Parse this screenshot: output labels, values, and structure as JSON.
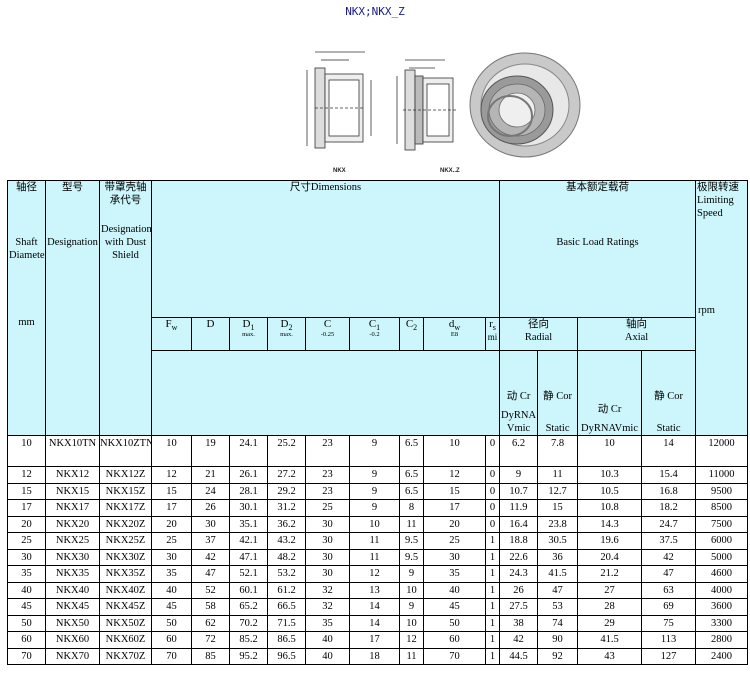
{
  "title": "NKX;NKX_Z",
  "figure": {
    "caption_left": "NKX",
    "caption_right": "NKX..Z"
  },
  "header": {
    "shaft": {
      "cn": "轴径",
      "en": "Shaft Diameter",
      "unit": "mm"
    },
    "model": {
      "cn": "型号",
      "en": "Designation"
    },
    "dust": {
      "cn": "带罩壳轴承代号",
      "en": "Designation with Dust Shield"
    },
    "dims": "尺寸Dimensions",
    "load": {
      "cn": "基本额定载荷",
      "en": "Basic Load Ratings"
    },
    "speed": {
      "cn": "极限转速",
      "en": "Limiting Speed",
      "unit": "rpm"
    },
    "cols": {
      "fw": {
        "sym": "F",
        "sub": "w",
        "note": ""
      },
      "D": {
        "sym": "D",
        "sub": "",
        "note": ""
      },
      "d1": {
        "sym": "D",
        "sub": "1",
        "note": "max."
      },
      "d2": {
        "sym": "D",
        "sub": "2",
        "note": "max."
      },
      "c": {
        "sym": "C",
        "sub": "",
        "note": "-0.25"
      },
      "c1": {
        "sym": "C",
        "sub": "1",
        "note": "-0.2"
      },
      "c2": {
        "sym": "C",
        "sub": "2",
        "note": ""
      },
      "dw": {
        "sym": "d",
        "sub": "w",
        "note": "E8"
      },
      "rs": {
        "sym": "r",
        "sub": "s",
        "note": "mi"
      }
    },
    "radial": {
      "cn": "径向",
      "en": "Radial"
    },
    "axial": {
      "cn": "轴向",
      "en": "Axial"
    },
    "radial_cr": {
      "cn": "动 Cr",
      "en": "DyRNAVmic"
    },
    "radial_cor": {
      "cn": "静 Cor",
      "en": "Static"
    },
    "axial_cr": {
      "cn": "动 Cr",
      "en": "DyRNAVmic"
    },
    "axial_cor": {
      "cn": "静 Cor",
      "en": "Static"
    }
  },
  "rows": [
    [
      "10",
      "NKX10TN",
      "NKX10ZTN",
      "10",
      "19",
      "24.1",
      "25.2",
      "23",
      "9",
      "6.5",
      "10",
      "0",
      "6.2",
      "7.8",
      "10",
      "14",
      "12000"
    ],
    [
      "12",
      "NKX12",
      "NKX12Z",
      "12",
      "21",
      "26.1",
      "27.2",
      "23",
      "9",
      "6.5",
      "12",
      "0",
      "9",
      "11",
      "10.3",
      "15.4",
      "11000"
    ],
    [
      "15",
      "NKX15",
      "NKX15Z",
      "15",
      "24",
      "28.1",
      "29.2",
      "23",
      "9",
      "6.5",
      "15",
      "0",
      "10.7",
      "12.7",
      "10.5",
      "16.8",
      "9500"
    ],
    [
      "17",
      "NKX17",
      "NKX17Z",
      "17",
      "26",
      "30.1",
      "31.2",
      "25",
      "9",
      "8",
      "17",
      "0",
      "11.9",
      "15",
      "10.8",
      "18.2",
      "8500"
    ],
    [
      "20",
      "NKX20",
      "NKX20Z",
      "20",
      "30",
      "35.1",
      "36.2",
      "30",
      "10",
      "11",
      "20",
      "0",
      "16.4",
      "23.8",
      "14.3",
      "24.7",
      "7500"
    ],
    [
      "25",
      "NKX25",
      "NKX25Z",
      "25",
      "37",
      "42.1",
      "43.2",
      "30",
      "11",
      "9.5",
      "25",
      "1",
      "18.8",
      "30.5",
      "19.6",
      "37.5",
      "6000"
    ],
    [
      "30",
      "NKX30",
      "NKX30Z",
      "30",
      "42",
      "47.1",
      "48.2",
      "30",
      "11",
      "9.5",
      "30",
      "1",
      "22.6",
      "36",
      "20.4",
      "42",
      "5000"
    ],
    [
      "35",
      "NKX35",
      "NKX35Z",
      "35",
      "47",
      "52.1",
      "53.2",
      "30",
      "12",
      "9",
      "35",
      "1",
      "24.3",
      "41.5",
      "21.2",
      "47",
      "4600"
    ],
    [
      "40",
      "NKX40",
      "NKX40Z",
      "40",
      "52",
      "60.1",
      "61.2",
      "32",
      "13",
      "10",
      "40",
      "1",
      "26",
      "47",
      "27",
      "63",
      "4000"
    ],
    [
      "45",
      "NKX45",
      "NKX45Z",
      "45",
      "58",
      "65.2",
      "66.5",
      "32",
      "14",
      "9",
      "45",
      "1",
      "27.5",
      "53",
      "28",
      "69",
      "3600"
    ],
    [
      "50",
      "NKX50",
      "NKX50Z",
      "50",
      "62",
      "70.2",
      "71.5",
      "35",
      "14",
      "10",
      "50",
      "1",
      "38",
      "74",
      "29",
      "75",
      "3300"
    ],
    [
      "60",
      "NKX60",
      "NKX60Z",
      "60",
      "72",
      "85.2",
      "86.5",
      "40",
      "17",
      "12",
      "60",
      "1",
      "42",
      "90",
      "41.5",
      "113",
      "2800"
    ],
    [
      "70",
      "NKX70",
      "NKX70Z",
      "70",
      "85",
      "95.2",
      "96.5",
      "40",
      "18",
      "11",
      "70",
      "1",
      "44.5",
      "92",
      "43",
      "127",
      "2400"
    ]
  ],
  "colors": {
    "header_bg": "#ccf6fb",
    "title": "#1a1a8c"
  }
}
